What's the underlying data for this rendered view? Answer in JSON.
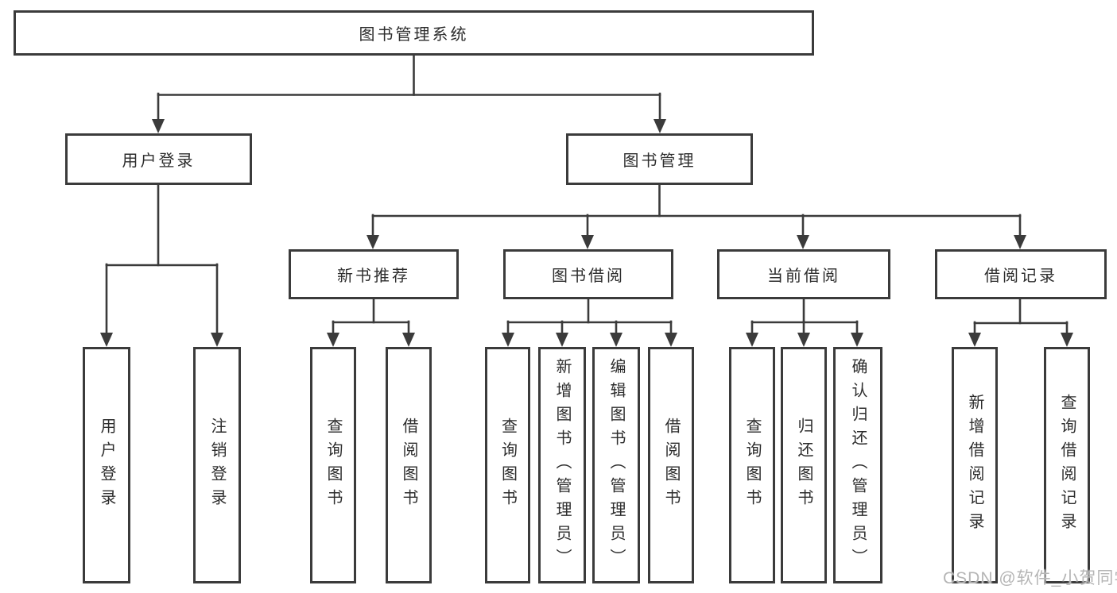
{
  "diagram": {
    "title": "图书管理系统",
    "tree": {
      "label": "图书管理系统",
      "children": [
        {
          "label": "用户登录",
          "children": [
            {
              "label": "用户登录"
            },
            {
              "label": "注销登录"
            }
          ]
        },
        {
          "label": "图书管理",
          "children": [
            {
              "label": "新书推荐",
              "children": [
                {
                  "label": "查询图书"
                },
                {
                  "label": "借阅图书"
                }
              ]
            },
            {
              "label": "图书借阅",
              "children": [
                {
                  "label": "查询图书"
                },
                {
                  "label": "新增图书（管理员）"
                },
                {
                  "label": "编辑图书（管理员）"
                },
                {
                  "label": "借阅图书"
                }
              ]
            },
            {
              "label": "当前借阅",
              "children": [
                {
                  "label": "查询图书"
                },
                {
                  "label": "归还图书"
                },
                {
                  "label": "确认归还（管理员）"
                }
              ]
            },
            {
              "label": "借阅记录",
              "children": [
                {
                  "label": "新增借阅记录"
                },
                {
                  "label": "查询借阅记录"
                }
              ]
            }
          ]
        }
      ]
    }
  },
  "watermark": {
    "text": "CSDN @软件_小贺同学"
  },
  "colors": {
    "line": "#3b3b3b",
    "border": "#3b3b3b",
    "text": "#2d2d2d",
    "watermark": "#b5b5b5",
    "background": "#ffffff"
  }
}
